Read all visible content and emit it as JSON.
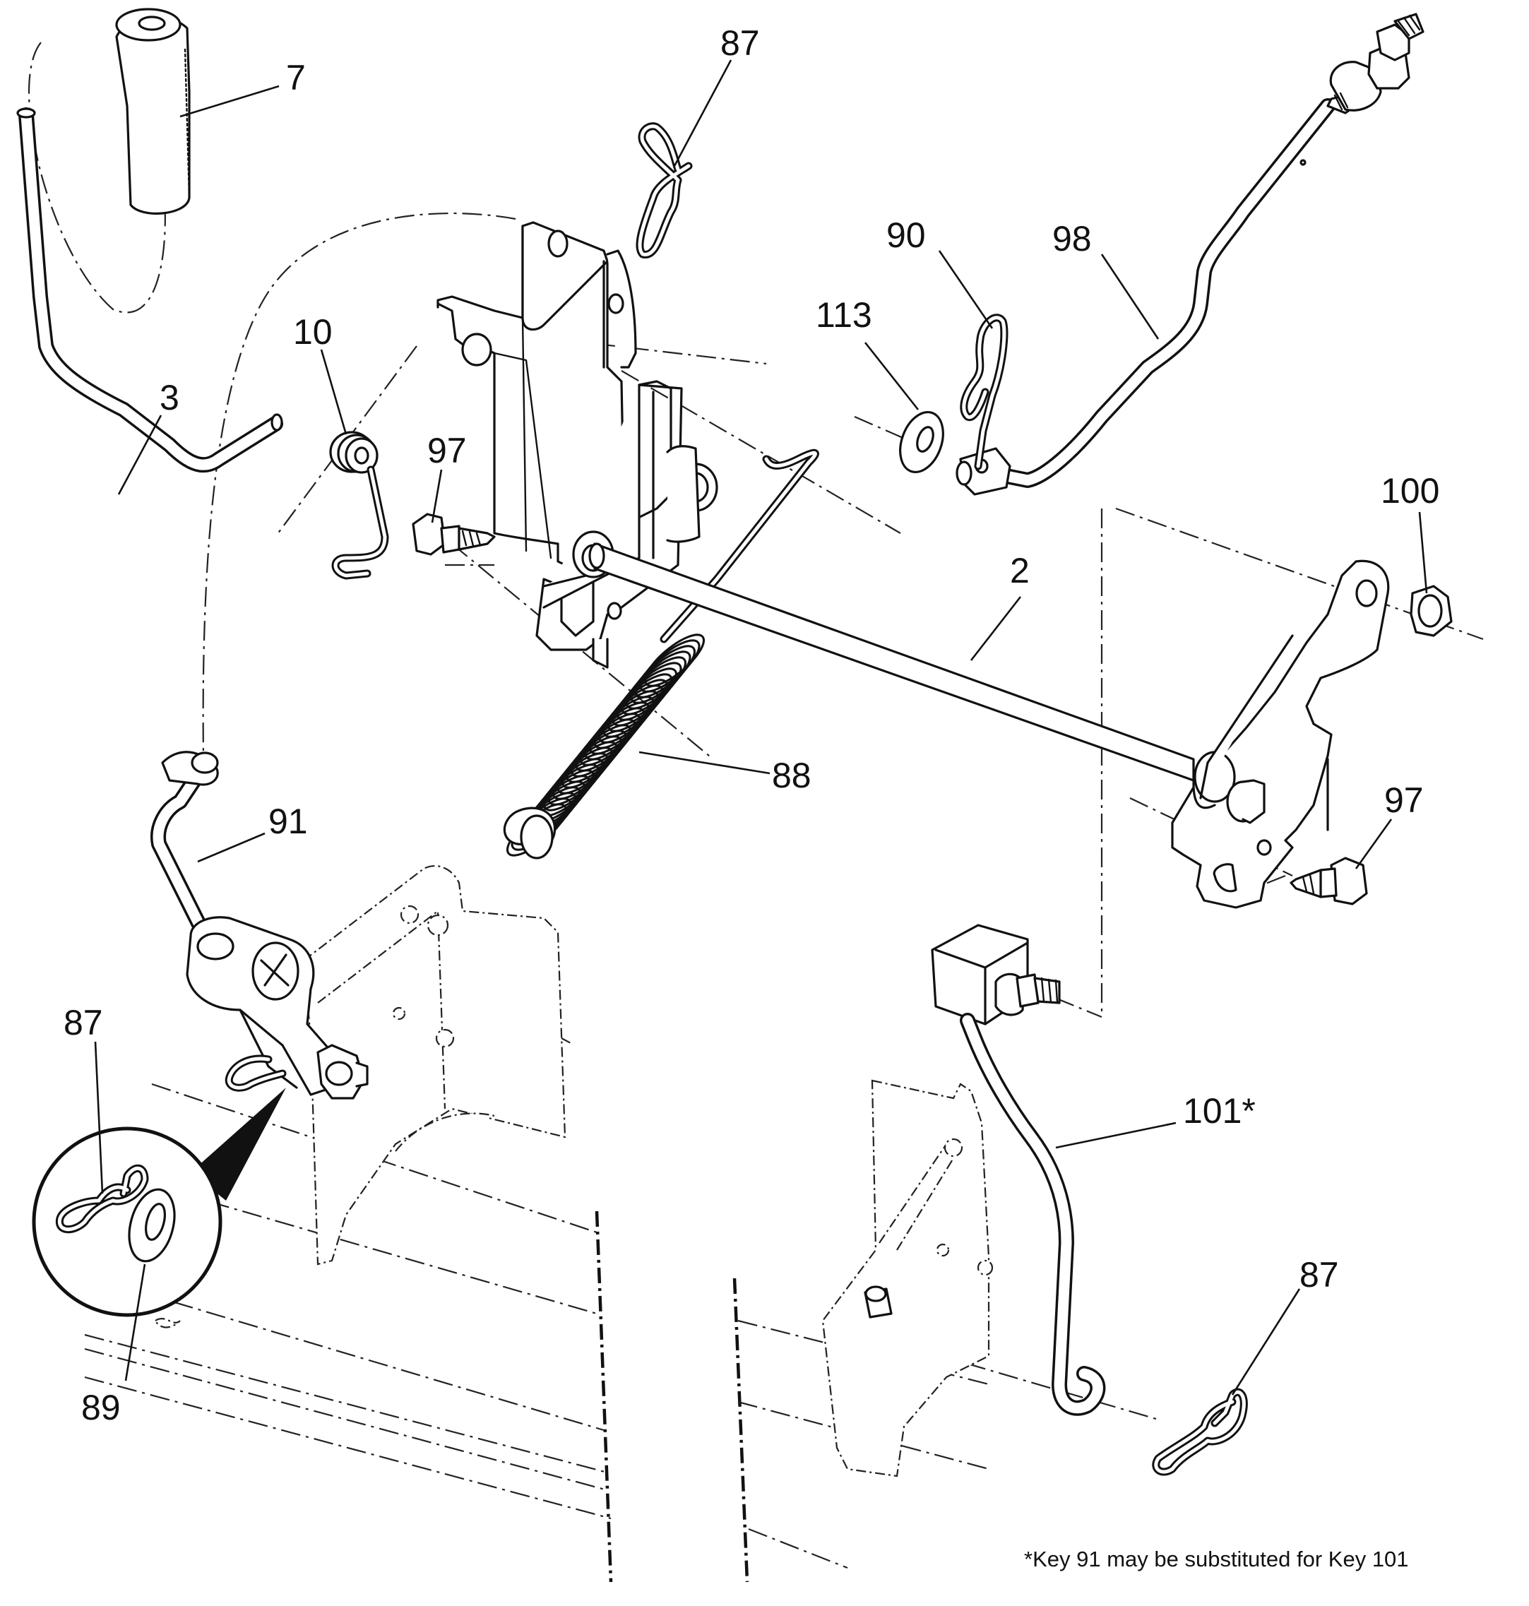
{
  "callouts": {
    "c7": "7",
    "c87_top": "87",
    "c90": "90",
    "c98": "98",
    "c113": "113",
    "c10": "10",
    "c3": "3",
    "c97_left": "97",
    "c100": "100",
    "c2": "2",
    "c88": "88",
    "c91": "91",
    "c97_right": "97",
    "c87_left": "87",
    "c89": "89",
    "c101": "101*",
    "c87_right": "87"
  },
  "footnote": "*Key 91 may be substituted for Key 101"
}
